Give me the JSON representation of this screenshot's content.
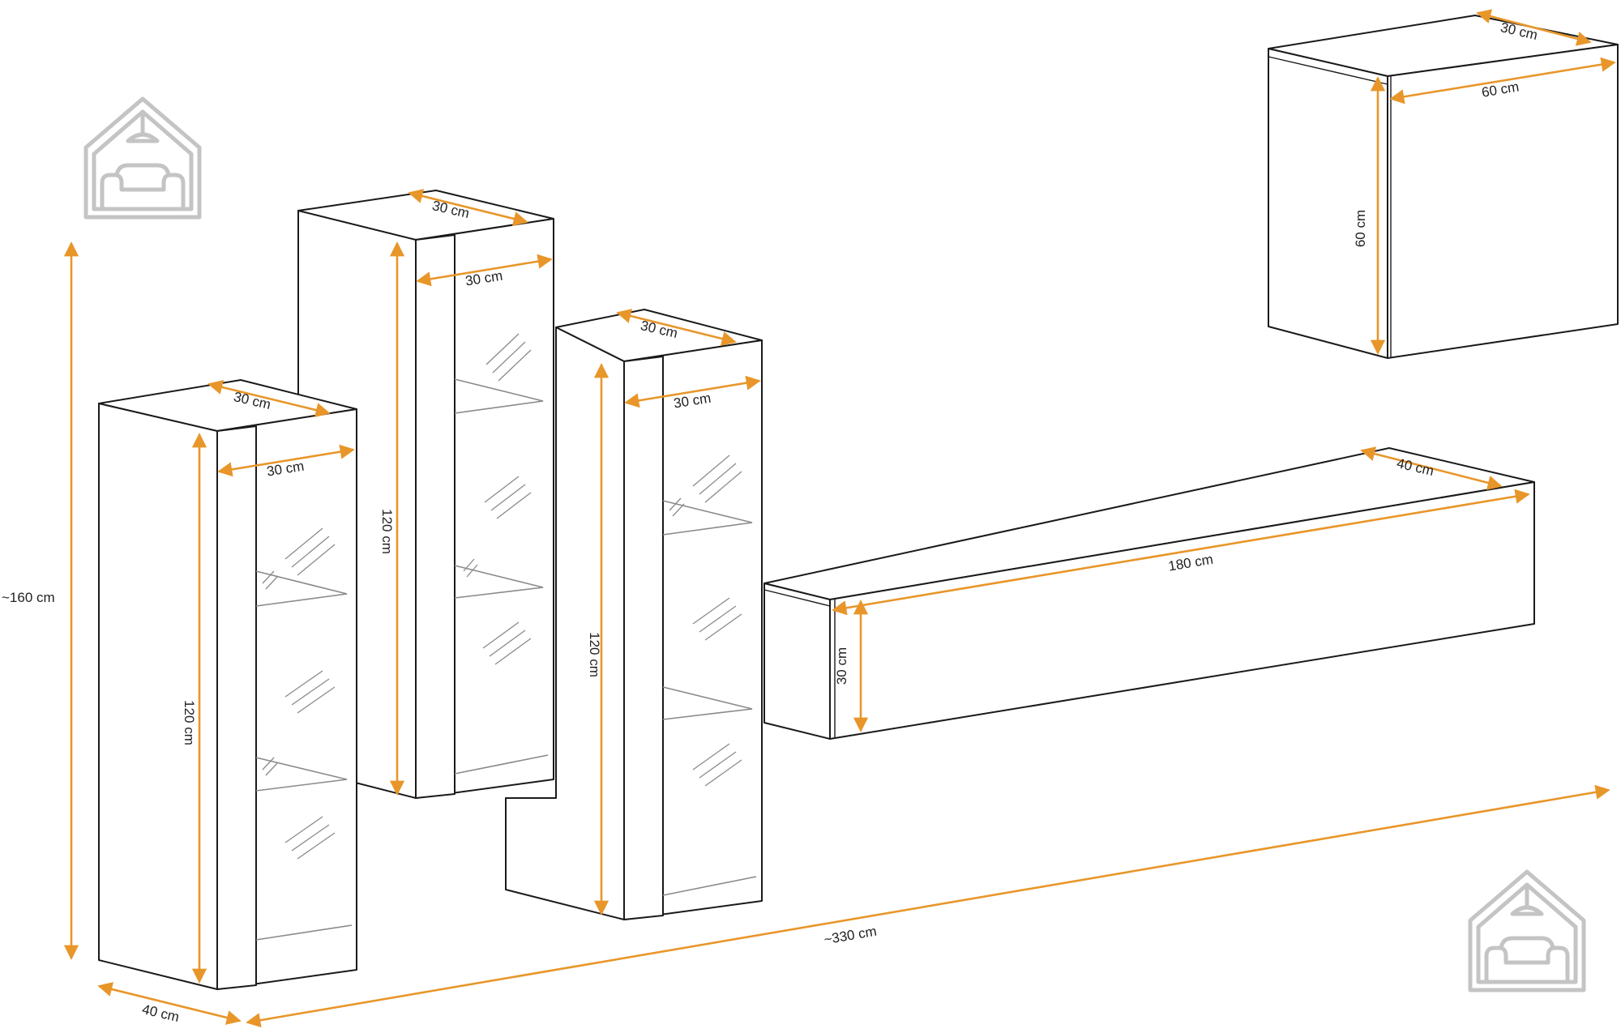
{
  "diagram": {
    "dimensions": {
      "overall_height": "~160 cm",
      "overall_width": "~330 cm",
      "overall_depth": "40 cm",
      "cab1": {
        "depth": "30 cm",
        "width": "30 cm",
        "height": "120 cm"
      },
      "cab2": {
        "depth": "30 cm",
        "width": "30 cm",
        "height": "120 cm"
      },
      "cab3": {
        "depth": "30 cm",
        "width": "30 cm",
        "height": "120 cm"
      },
      "lowboard": {
        "depth": "40 cm",
        "width": "180 cm",
        "height": "30 cm"
      },
      "wallbox": {
        "depth": "30 cm",
        "width": "60 cm",
        "height": "60 cm"
      }
    },
    "icons": {
      "logo_top_left": "house-sofa-icon",
      "logo_bottom_right": "house-sofa-icon"
    },
    "colors": {
      "dimension": "#e8962a",
      "outline": "#1a1a1a",
      "glass": "#8a8a8a",
      "logo": "#c4c4c4"
    }
  }
}
